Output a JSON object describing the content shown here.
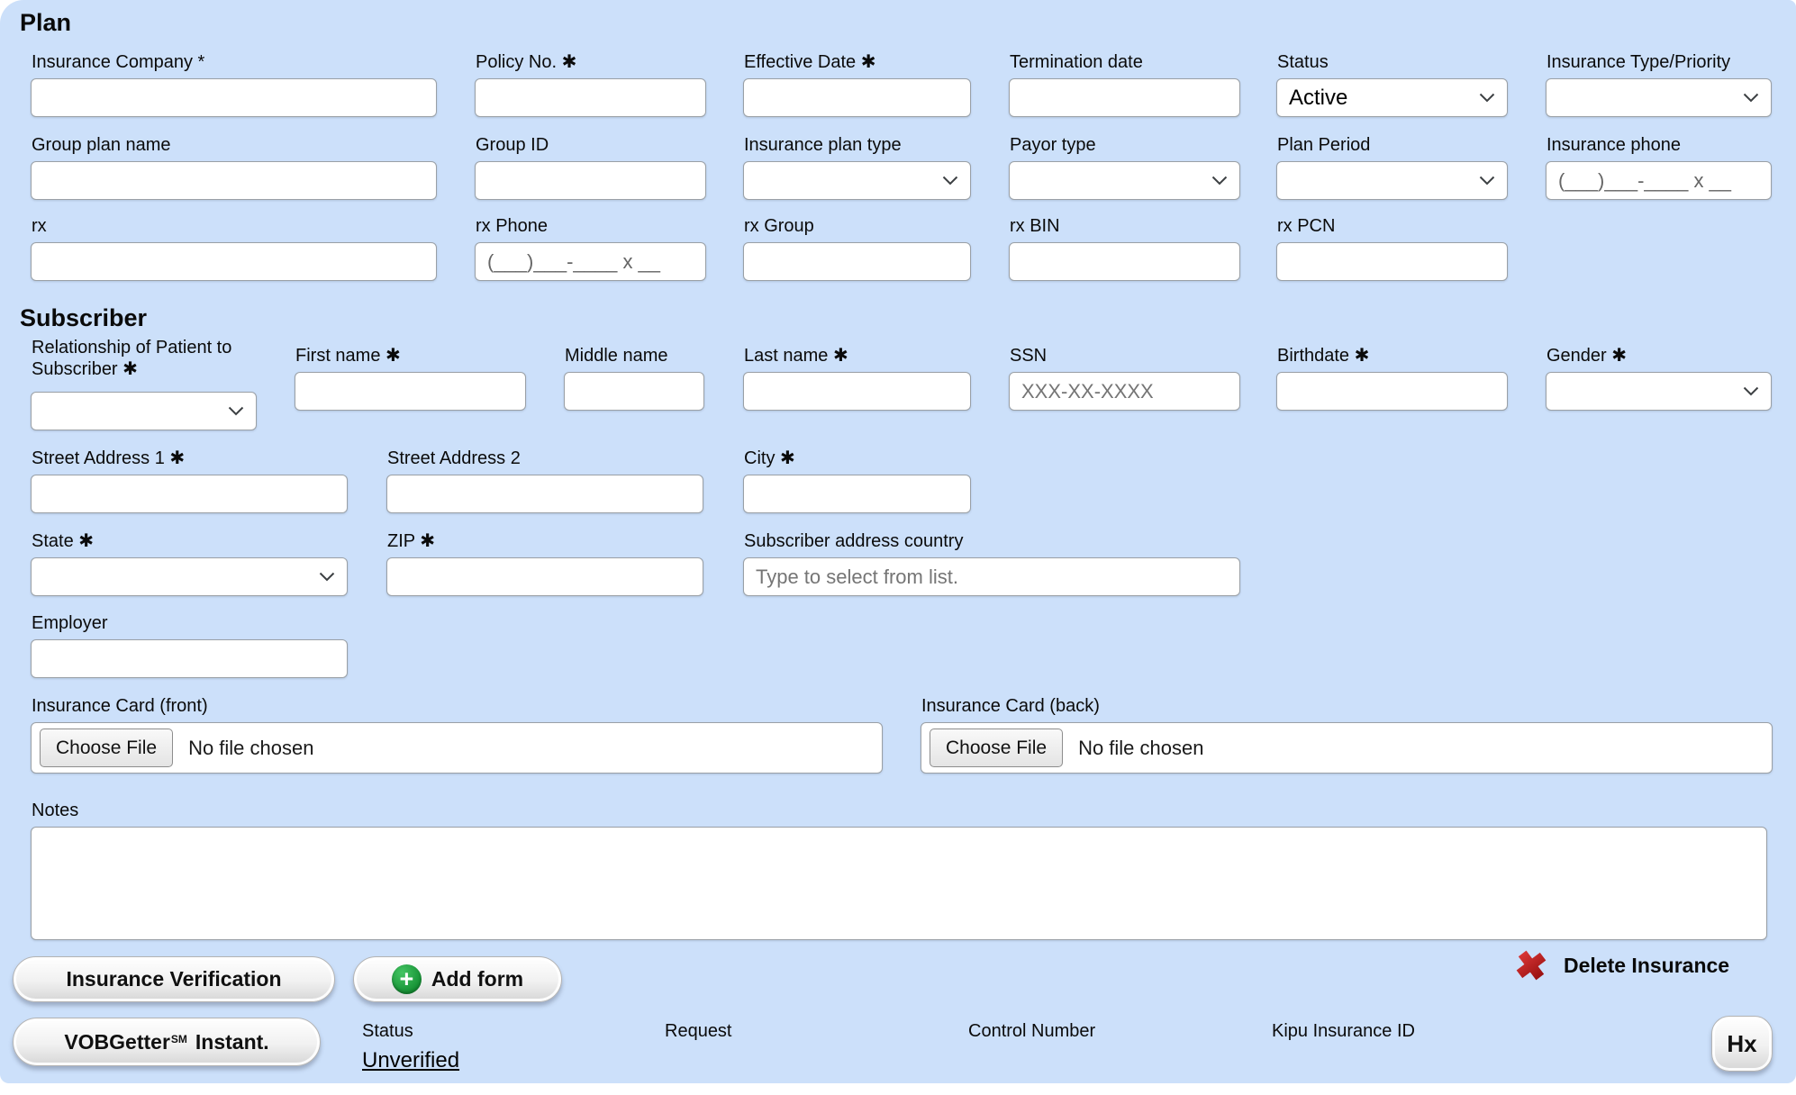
{
  "panel_bg": "#cce0fa",
  "plan": {
    "heading": "Plan",
    "insurance_company": {
      "label": "Insurance Company *"
    },
    "policy_no": {
      "label": "Policy No. ✱"
    },
    "effective_date": {
      "label": "Effective Date ✱"
    },
    "termination_date": {
      "label": "Termination date"
    },
    "status": {
      "label": "Status",
      "value": "Active"
    },
    "insurance_type": {
      "label": "Insurance Type/Priority",
      "value": ""
    },
    "group_plan_name": {
      "label": "Group plan name"
    },
    "group_id": {
      "label": "Group ID"
    },
    "insurance_plan_type": {
      "label": "Insurance plan type",
      "value": ""
    },
    "payor_type": {
      "label": "Payor type",
      "value": ""
    },
    "plan_period": {
      "label": "Plan Period",
      "value": ""
    },
    "insurance_phone": {
      "label": "Insurance phone",
      "placeholder": "(___)___-____ x __"
    },
    "rx": {
      "label": "rx"
    },
    "rx_phone": {
      "label": "rx Phone",
      "placeholder": "(___)___-____ x __"
    },
    "rx_group": {
      "label": "rx Group"
    },
    "rx_bin": {
      "label": "rx BIN"
    },
    "rx_pcn": {
      "label": "rx PCN"
    }
  },
  "subscriber": {
    "heading": "Subscriber",
    "relationship": {
      "label": "Relationship of Patient to Subscriber ✱",
      "value": ""
    },
    "first_name": {
      "label": "First name ✱"
    },
    "middle_name": {
      "label": "Middle name"
    },
    "last_name": {
      "label": "Last name ✱"
    },
    "ssn": {
      "label": "SSN",
      "placeholder": "XXX-XX-XXXX"
    },
    "birthdate": {
      "label": "Birthdate ✱"
    },
    "gender": {
      "label": "Gender ✱",
      "value": ""
    },
    "street1": {
      "label": "Street Address 1 ✱"
    },
    "street2": {
      "label": "Street Address 2"
    },
    "city": {
      "label": "City ✱"
    },
    "state": {
      "label": "State ✱",
      "value": ""
    },
    "zip": {
      "label": "ZIP ✱"
    },
    "country": {
      "label": "Subscriber address country",
      "placeholder": "Type to select from list."
    },
    "employer": {
      "label": "Employer"
    },
    "card_front": {
      "label": "Insurance Card (front)",
      "button": "Choose File",
      "status": "No file chosen"
    },
    "card_back": {
      "label": "Insurance Card (back)",
      "button": "Choose File",
      "status": "No file chosen"
    }
  },
  "notes": {
    "label": "Notes",
    "value": ""
  },
  "actions": {
    "insurance_verification": "Insurance Verification",
    "add_form": "Add form",
    "add_form_plus": "+",
    "delete_insurance": "Delete Insurance",
    "vob": {
      "base": "VOBGetter",
      "sup": "SM",
      "rest": "Instant."
    },
    "hx": "Hx"
  },
  "verification": {
    "status_label": "Status",
    "status_value": "Unverified",
    "request_label": "Request",
    "control_number_label": "Control Number",
    "kipu_id_label": "Kipu Insurance ID"
  },
  "colors": {
    "accent_green": "#1e9e3e",
    "delete_red": "#c41414",
    "panel_blue": "#cce0fa"
  }
}
